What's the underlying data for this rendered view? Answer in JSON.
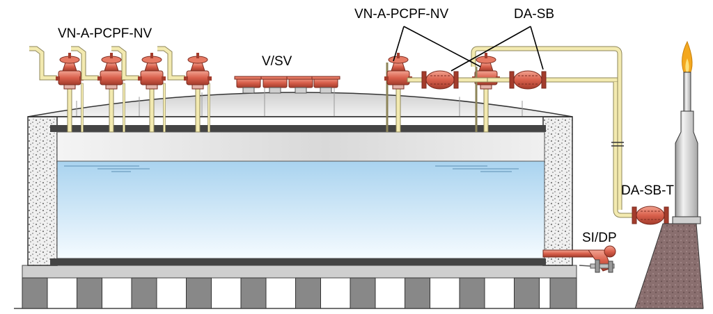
{
  "labels": {
    "vent_group_left": "VN-A-PCPF-NV",
    "vacuum_valves": "V/SV",
    "vent_group_right": "VN-A-PCPF-NV",
    "arrester": "DA-SB",
    "arrester_flare": "DA-SB-T",
    "drain": "SI/DP"
  },
  "colors": {
    "valve_body": "#d9604c",
    "pipe": "#f3eab0",
    "pipe_edge": "#8d8559",
    "liquid": "#cfe6f7",
    "flame": "#f4a81e",
    "insulation": "#dddddd",
    "foundation": "#8a6f6f"
  }
}
